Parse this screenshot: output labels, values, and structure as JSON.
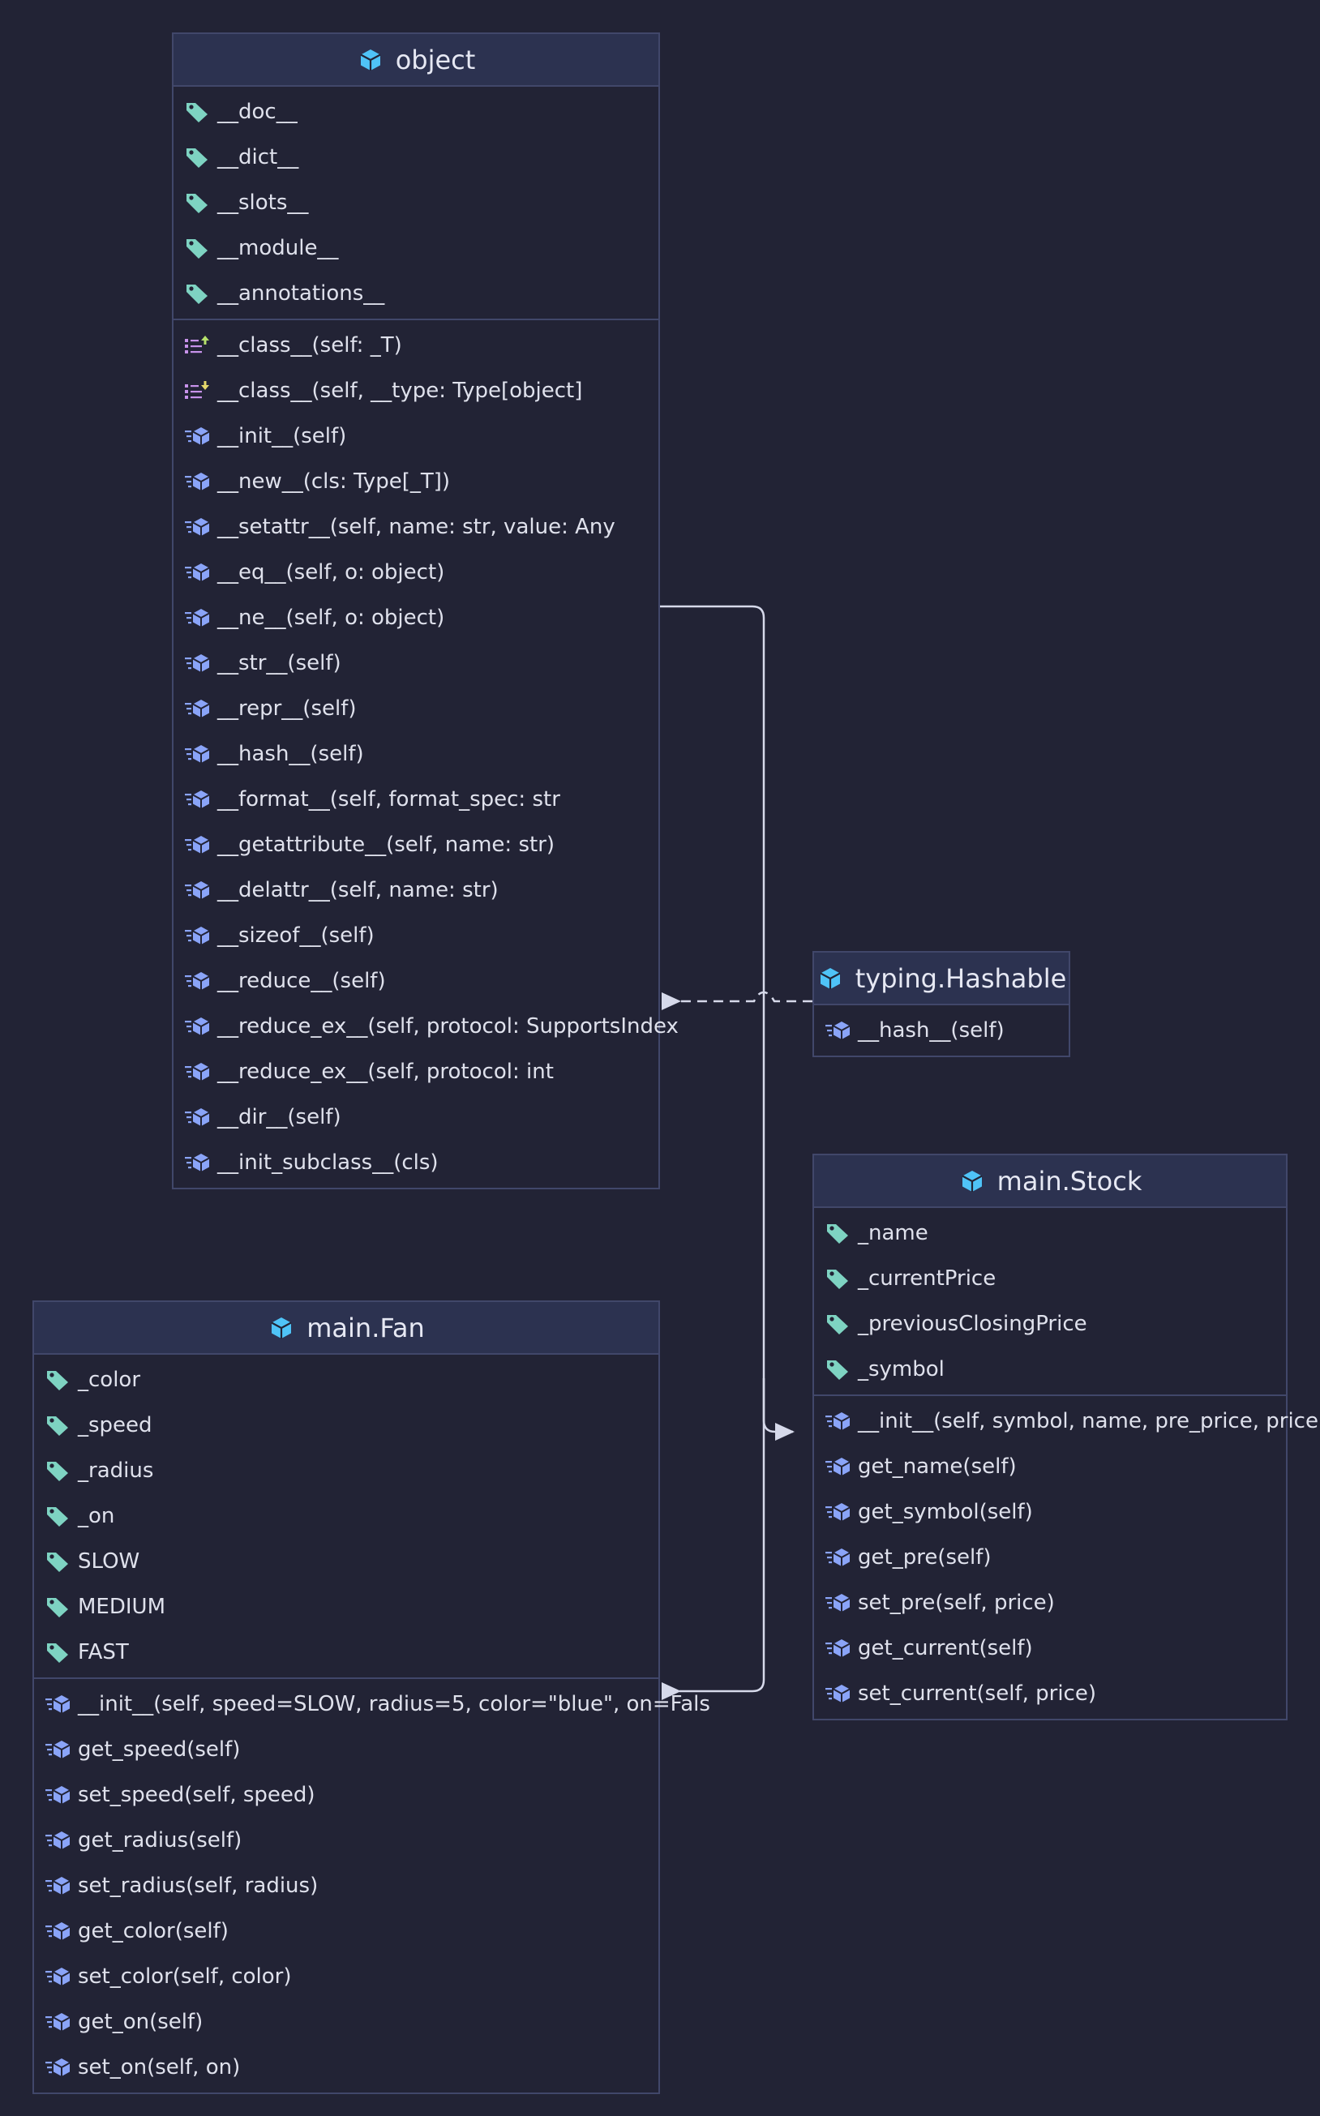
{
  "colors": {
    "background": "#222335",
    "header": "#2c3250",
    "border": "#41476a",
    "class_icon": "#4fc3f7",
    "field_icon": "#7ed3c2",
    "method_icon": "#8aa4f8",
    "property_icon": "#c792ea",
    "edge": "#d6d9ea"
  },
  "classes": [
    {
      "id": "object",
      "title": "object",
      "fields": [
        "__doc__",
        "__dict__",
        "__slots__",
        "__module__",
        "__annotations__"
      ],
      "methods": [
        {
          "text": "__class__(self: _T)",
          "icon": "property-getter-icon"
        },
        {
          "text": "__class__(self, __type: Type[object]",
          "icon": "property-setter-icon"
        },
        {
          "text": "__init__(self)",
          "icon": "method-icon"
        },
        {
          "text": "__new__(cls: Type[_T])",
          "icon": "method-icon"
        },
        {
          "text": "__setattr__(self, name: str, value: Any",
          "icon": "method-icon"
        },
        {
          "text": "__eq__(self, o: object)",
          "icon": "method-icon"
        },
        {
          "text": "__ne__(self, o: object)",
          "icon": "method-icon"
        },
        {
          "text": "__str__(self)",
          "icon": "method-icon"
        },
        {
          "text": "__repr__(self)",
          "icon": "method-icon"
        },
        {
          "text": "__hash__(self)",
          "icon": "method-icon"
        },
        {
          "text": "__format__(self, format_spec: str",
          "icon": "method-icon"
        },
        {
          "text": "__getattribute__(self, name: str)",
          "icon": "method-icon"
        },
        {
          "text": "__delattr__(self, name: str)",
          "icon": "method-icon"
        },
        {
          "text": "__sizeof__(self)",
          "icon": "method-icon"
        },
        {
          "text": "__reduce__(self)",
          "icon": "method-icon"
        },
        {
          "text": "__reduce_ex__(self, protocol: SupportsIndex",
          "icon": "method-icon"
        },
        {
          "text": "__reduce_ex__(self, protocol: int",
          "icon": "method-icon"
        },
        {
          "text": "__dir__(self)",
          "icon": "method-icon"
        },
        {
          "text": "__init_subclass__(cls)",
          "icon": "method-icon"
        }
      ]
    },
    {
      "id": "hashable",
      "title": "typing.Hashable",
      "fields": [],
      "methods": [
        {
          "text": "__hash__(self)",
          "icon": "method-icon"
        }
      ]
    },
    {
      "id": "stock",
      "title": "main.Stock",
      "fields": [
        "_name",
        "_currentPrice",
        "_previousClosingPrice",
        "_symbol"
      ],
      "methods": [
        {
          "text": "__init__(self, symbol, name, pre_price, price",
          "icon": "method-icon"
        },
        {
          "text": "get_name(self)",
          "icon": "method-icon"
        },
        {
          "text": "get_symbol(self)",
          "icon": "method-icon"
        },
        {
          "text": "get_pre(self)",
          "icon": "method-icon"
        },
        {
          "text": "set_pre(self, price)",
          "icon": "method-icon"
        },
        {
          "text": "get_current(self)",
          "icon": "method-icon"
        },
        {
          "text": "set_current(self, price)",
          "icon": "method-icon"
        }
      ]
    },
    {
      "id": "fan",
      "title": "main.Fan",
      "fields": [
        "_color",
        "_speed",
        "_radius",
        "_on",
        "SLOW",
        "MEDIUM",
        "FAST"
      ],
      "methods": [
        {
          "text": "__init__(self, speed=SLOW, radius=5, color=\"blue\", on=Fals",
          "icon": "method-icon"
        },
        {
          "text": "get_speed(self)",
          "icon": "method-icon"
        },
        {
          "text": "set_speed(self, speed)",
          "icon": "method-icon"
        },
        {
          "text": "get_radius(self)",
          "icon": "method-icon"
        },
        {
          "text": "set_radius(self, radius)",
          "icon": "method-icon"
        },
        {
          "text": "get_color(self)",
          "icon": "method-icon"
        },
        {
          "text": "set_color(self, color)",
          "icon": "method-icon"
        },
        {
          "text": "get_on(self)",
          "icon": "method-icon"
        },
        {
          "text": "set_on(self, on)",
          "icon": "method-icon"
        }
      ]
    }
  ],
  "edges": [
    {
      "from": "object",
      "to": "stock",
      "style": "solid"
    },
    {
      "from": "object",
      "to": "fan",
      "style": "solid"
    },
    {
      "from": "hashable",
      "to": "object",
      "style": "dashed"
    }
  ]
}
